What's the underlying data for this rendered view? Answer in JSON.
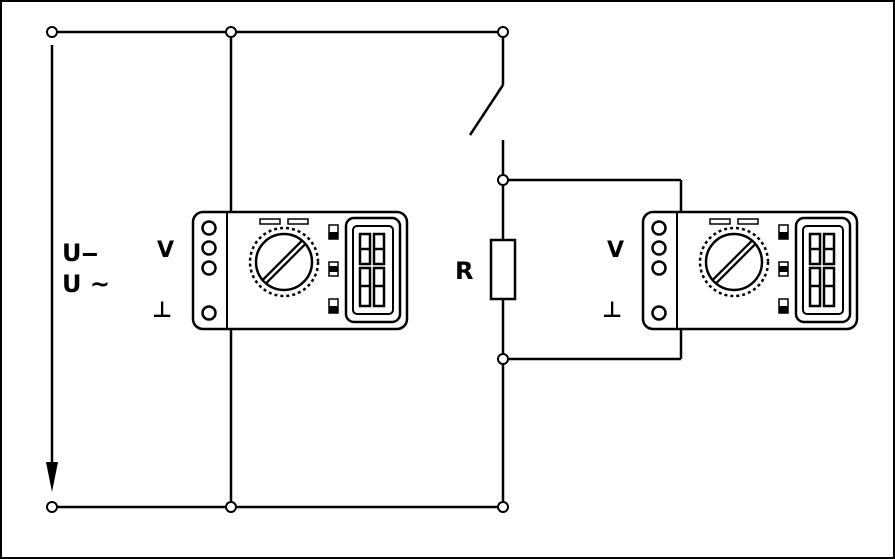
{
  "labels": {
    "u_dc": "U‒",
    "u_ac": "U ~",
    "resistor": "R",
    "meter1_v": "V",
    "meter1_ground": "⊥",
    "meter2_v": "V",
    "meter2_ground": "⊥"
  },
  "colors": {
    "line": "#000000",
    "background": "#ffffff"
  }
}
